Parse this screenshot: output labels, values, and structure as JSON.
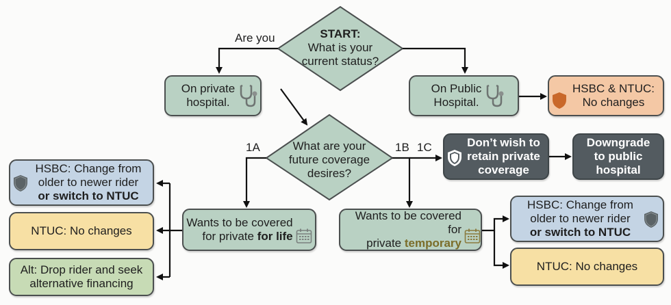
{
  "start": {
    "title": "START:",
    "line1": "What is your",
    "line2": "current status?"
  },
  "edge_labels": {
    "are_you": "Are you",
    "a1": "1A",
    "b1": "1B",
    "c1": "1C"
  },
  "private_node": {
    "line1": "On private",
    "line2": "hospital.",
    "icon": "stethoscope-icon"
  },
  "public_node": {
    "line1": "On Public",
    "line2": "Hospital.",
    "icon": "stethoscope-icon"
  },
  "public_result": {
    "line1": "HSBC & NTUC:",
    "line2": "No changes",
    "icon": "shield-icon"
  },
  "decision": {
    "line1": "What are your",
    "line2": "future coverage",
    "line3": "desires?"
  },
  "no_retain": {
    "line1": "Don’t wish to",
    "line2": "retain private",
    "line3": "coverage",
    "icon": "shield-icon"
  },
  "downgrade": {
    "line1": "Downgrade",
    "line2": "to public",
    "line3": "hospital"
  },
  "for_life": {
    "line1": "Wants to be covered",
    "line2_prefix": "for private ",
    "line2_bold": "for life",
    "icon": "calendar-icon"
  },
  "temporary": {
    "line1": "Wants to be covered for",
    "line2_prefix": "private ",
    "line2_bold": "temporary",
    "icon": "calendar-icon"
  },
  "left_options": [
    {
      "line1": "HSBC: Change from",
      "line2": "older to newer rider",
      "line3": "or switch to NTUC",
      "icon": "shield-icon"
    },
    {
      "line1": "NTUC: No changes"
    },
    {
      "line1": "Alt: Drop rider and seek",
      "line2": "alternative financing"
    }
  ],
  "right_options": [
    {
      "line1": "HSBC: Change from",
      "line2": "older to newer rider",
      "line3": "or switch to NTUC",
      "icon": "shield-icon"
    },
    {
      "line1": "NTUC: No changes"
    }
  ],
  "colors": {
    "green": "#b9d1c3",
    "orange": "#f4c8a5",
    "dark": "#535b60",
    "blue": "#c4d4e4",
    "yellow": "#f7e0a4",
    "light_green": "#c7dbb5",
    "olive_text": "#7b6d2a"
  }
}
